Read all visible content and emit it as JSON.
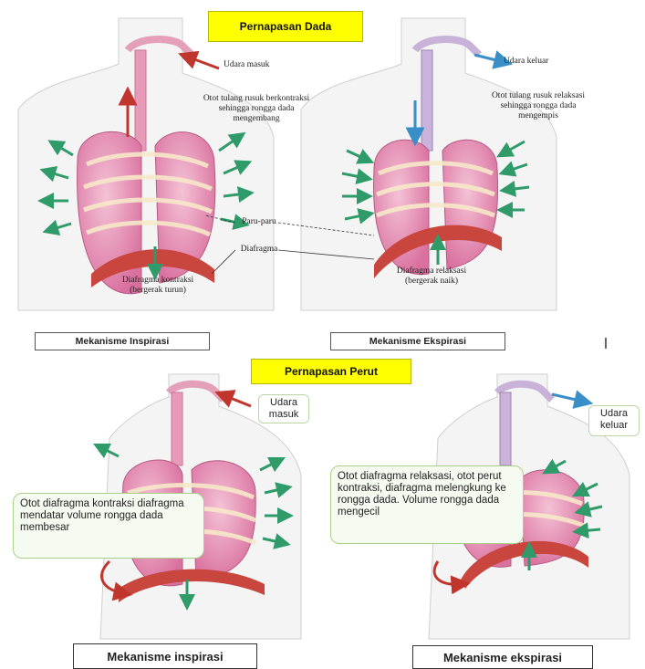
{
  "top": {
    "title": "Pernapasan Dada",
    "inspirasi": {
      "air_in": "Udara masuk",
      "muscle_note": "Otot tulang rusuk berkontraksi sehingga rongga dada mengembang",
      "lungs_label": "Paru-paru",
      "diaphragm_label": "Diafragma",
      "diaphragm_state": "Diafragma kontraksi (bergerak turun)",
      "caption": "Mekanisme Inspirasi"
    },
    "ekspirasi": {
      "air_out": "Udara keluar",
      "muscle_note": "Otot tulang rusuk relaksasi sehingga rongga dada mengempis",
      "diaphragm_state": "Diafragma relaksasi (bergerak naik)",
      "caption": "Mekanisme Ekspirasi"
    }
  },
  "bottom": {
    "title": "Pernapasan Perut",
    "inspirasi": {
      "air_in": "Udara masuk",
      "callout": "Otot diafragma kontraksi diafragma mendatar volume rongga dada membesar",
      "caption": "Mekanisme inspirasi"
    },
    "ekspirasi": {
      "air_out": "Udara keluar",
      "callout": "Otot diafragma relaksasi, otot perut kontraksi, diafragma melengkung ke rongga dada. Volume rongga dada mengecil",
      "caption": "Mekanisme ekspirasi"
    }
  },
  "colors": {
    "title_bg": "#ffff00",
    "lung": "#e58fb4",
    "diaphragm": "#c8463e",
    "arrow_green": "#2f9b6a",
    "arrow_red": "#c0352c",
    "arrow_blue": "#3a8fc9"
  }
}
